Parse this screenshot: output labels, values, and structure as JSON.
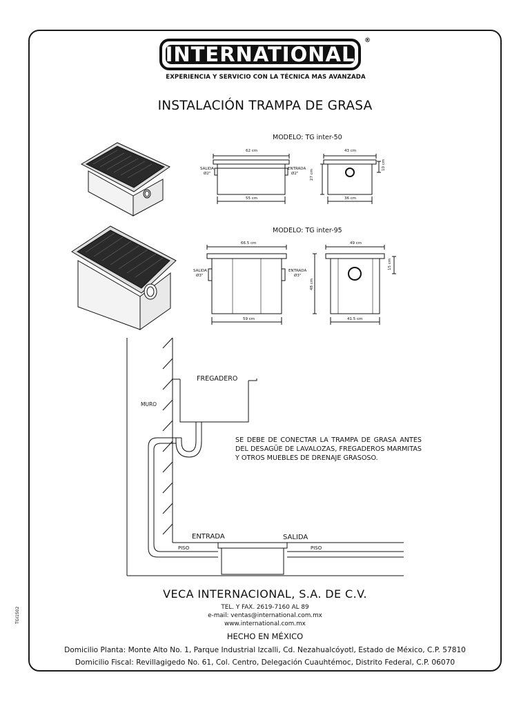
{
  "brand": {
    "logo_text": "INTERNATIONAL",
    "registered_mark": "®",
    "tagline": "EXPERIENCIA Y SERVICIO CON LA TÉCNICA MAS AVANZADA"
  },
  "title": "INSTALACIÓN TRAMPA DE GRASA",
  "model_50": {
    "label": "MODELO: TG inter-50",
    "front": {
      "top_dim": "62 cm",
      "bottom_dim": "55 cm",
      "left_label_1": "SALIDA",
      "left_label_2": "Ø2\"",
      "right_label_1": "ENTRADA",
      "right_label_2": "Ø2\""
    },
    "side": {
      "top_dim": "43 cm",
      "bottom_dim": "36 cm",
      "height_dim": "27 cm",
      "pipe_dim": "10 cm"
    }
  },
  "model_95": {
    "label": "MODELO: TG inter-95",
    "front": {
      "top_dim": "66.5 cm",
      "bottom_dim": "59 cm",
      "left_label_1": "SALIDA",
      "left_label_2": "Ø3\"",
      "right_label_1": "ENTRADA",
      "right_label_2": "Ø3\""
    },
    "side": {
      "top_dim": "49 cm",
      "bottom_dim": "41.5 cm",
      "height_dim": "48 cm",
      "pipe_dim": "15 cm"
    }
  },
  "installation": {
    "sink_label": "FREGADERO",
    "wall_label": "MURO",
    "inlet_label": "ENTRADA",
    "outlet_label": "SALIDA",
    "floor_label_left": "PISO",
    "floor_label_right": "PISO",
    "note": "SE DEBE DE CONECTAR LA TRAMPA DE GRASA ANTES DEL DESAGÜE DE LAVALOZAS, FREGADEROS MARMITAS Y OTROS MUEBLES DE DRENAJE GRASOSO."
  },
  "footer": {
    "company": "VECA INTERNACIONAL, S.A. DE C.V.",
    "phone": "TEL. Y FAX. 2619-7160 AL 89",
    "email": "e-mail: ventas@international.com.mx",
    "web": "www.international.com.mx",
    "made_in": "HECHO EN MÉXICO",
    "plant_address": "Domicilio Planta: Monte Alto No. 1, Parque Industrial Izcalli, Cd. Nezahualcóyotl, Estado de México, C.P. 57810",
    "fiscal_address": "Domicilio Fiscal: Revillagigedo No. 61, Col. Centro, Delegación Cuauhtémoc, Distrito Federal, C.P. 06070",
    "doc_code": "TGI1502"
  }
}
